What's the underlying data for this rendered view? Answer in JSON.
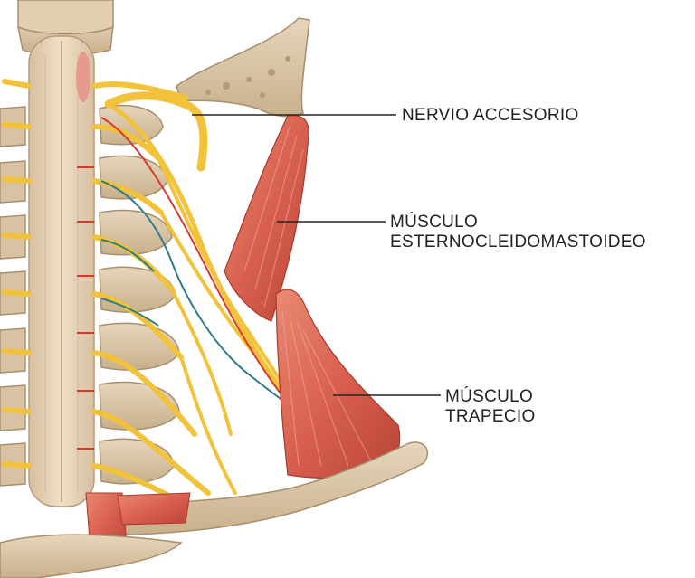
{
  "labels": {
    "accessory_nerve": "NERVIO ACCESORIO",
    "scm_line1": "MÚSCULO",
    "scm_line2": "ESTERNOCLEIDOMASTOIDEO",
    "trapezius_line1": "MÚSCULO",
    "trapezius_line2": "TRAPECIO"
  },
  "colors": {
    "nerve": "#f2c23a",
    "bone": "#d9c4a6",
    "muscle": "#d9604f",
    "spinal_cord": "#e8d3b8",
    "artery": "#d8392b",
    "vein": "#2e7d8a",
    "leader_line": "#222222"
  }
}
